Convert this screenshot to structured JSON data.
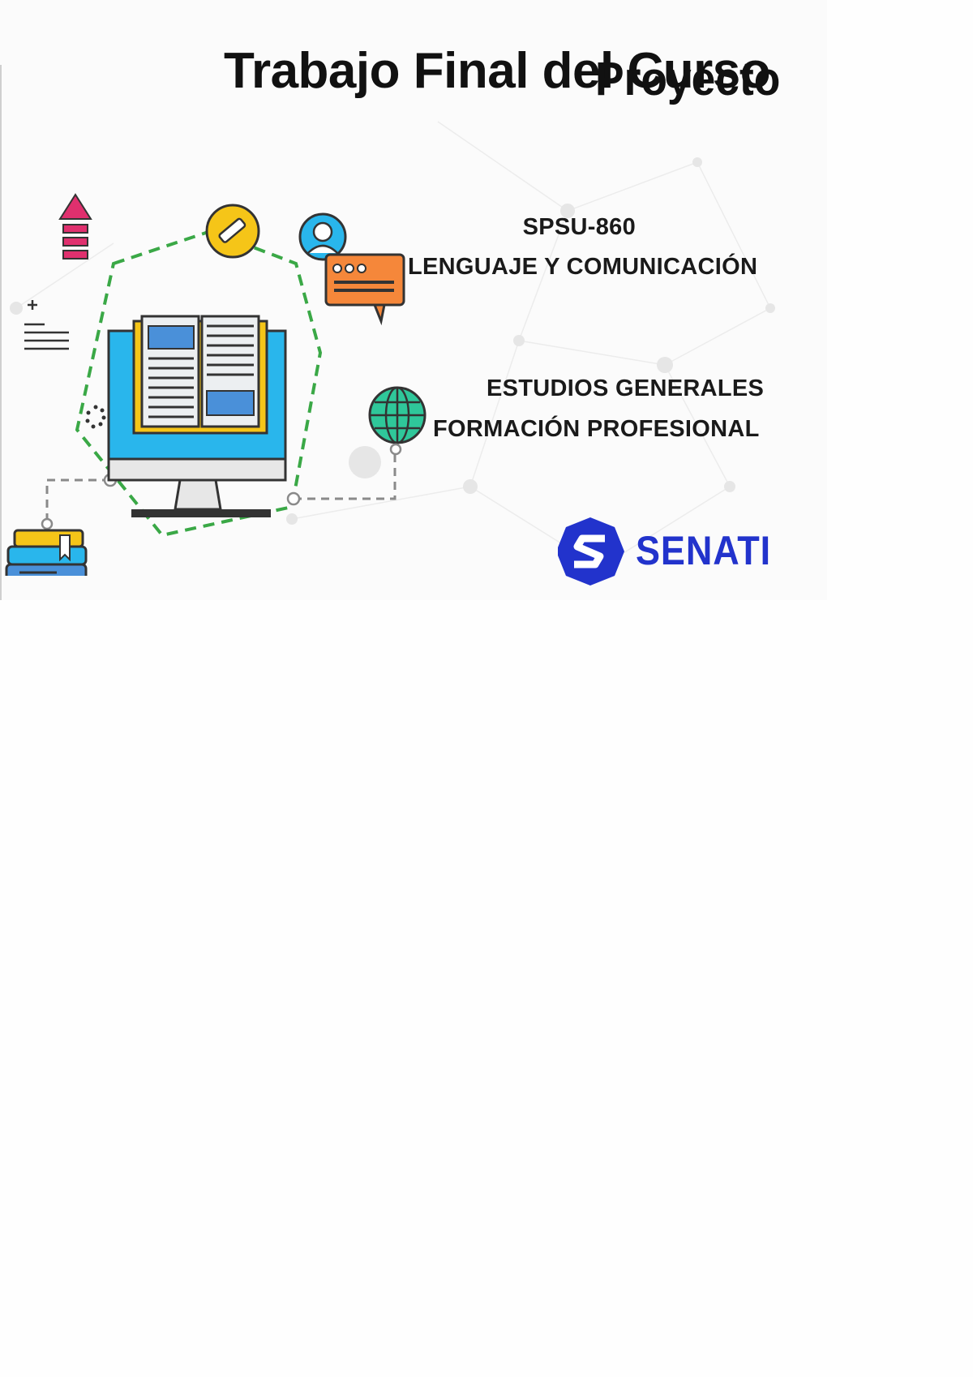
{
  "cover": {
    "title": "Trabajo Final del Curso",
    "title_overlay": "Proyecto",
    "course_code": "SPSU-860",
    "course_name": "LENGUAJE Y COMUNICACIÓN",
    "department": "ESTUDIOS GENERALES",
    "program": "FORMACIÓN PROFESIONAL",
    "logo_text": "SENATI"
  },
  "colors": {
    "logo_blue": "#2233cc",
    "dash_green": "#3aa846",
    "screen_blue": "#29b6ec",
    "book_yellow": "#f5c518",
    "arrow_pink": "#e0306e",
    "bubble_orange": "#f5873a",
    "globe_teal": "#2fc79a"
  },
  "icons": [
    "arrow-up-icon",
    "pencil-icon",
    "user-icon",
    "chat-bubble-icon",
    "globe-icon",
    "books-icon",
    "text-lines-icon",
    "computer-book-icon",
    "senati-logo-icon"
  ]
}
